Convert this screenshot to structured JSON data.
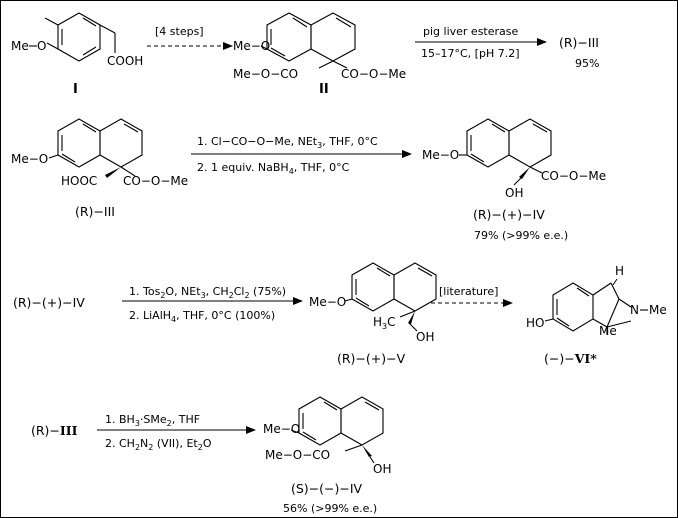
{
  "scheme": {
    "row1": {
      "cmpd_I": {
        "meo": "O",
        "me": "Me",
        "acid": "COOH",
        "label": "I"
      },
      "arrow1": {
        "cond": "[4 steps]"
      },
      "cmpd_II": {
        "meo": "Me−O",
        "est_left": "Me−O−CO",
        "est_right": "CO−O−Me",
        "label": "II"
      },
      "arrow2": {
        "cond_top": "pig liver esterase",
        "cond_bottom": "15–17°C, [pH 7.2]"
      },
      "product": "(R)−III",
      "yield": "95%"
    },
    "row2": {
      "cmpd_RIII": {
        "meo": "Me−O",
        "acid": "HOOC",
        "ester": "CO−O−Me",
        "label": "(R)−III"
      },
      "arrow": {
        "step1": "1. Cl−CO−O−Me, NEt",
        "step1_sub": "3",
        "step1_tail": ", THF, 0°C",
        "step2": "2. 1 equiv. NaBH",
        "step2_sub": "4",
        "step2_tail": ", THF, 0°C"
      },
      "cmpd_IV": {
        "meo": "Me−O",
        "oh": "OH",
        "ester": "CO−O−Me",
        "label": "(R)−(+)−IV",
        "yield": "79% (>99% e.e.)"
      }
    },
    "row3": {
      "start": "(R)−(+)−IV",
      "arrow1": {
        "step1": "1. Tos",
        "step1_sub1": "2",
        "step1_mid": "O, NEt",
        "step1_sub2": "3",
        "step1_mid2": ", CH",
        "step1_sub3": "2",
        "step1_mid3": "Cl",
        "step1_sub4": "2",
        "step1_tail": "  (75%)",
        "step2": "2. LiAlH",
        "step2_sub": "4",
        "step2_tail": ", THF, 0°C (100%)"
      },
      "cmpd_V": {
        "meo": "Me−O",
        "h3c": "H",
        "h3c_sub": "3",
        "h3c_c": "C",
        "oh": "OH",
        "label": "(R)−(+)−V"
      },
      "arrow2": {
        "cond": "[literature]"
      },
      "cmpd_VI": {
        "ho": "HO",
        "h": "H",
        "n": "N",
        "nme": "Me",
        "me": "Me",
        "label_pre": "(−)−",
        "label_bold": "VI*"
      }
    },
    "row4": {
      "start_pre": "(R)−",
      "start_bold": "III",
      "arrow": {
        "step1": "1. BH",
        "step1_sub": "3",
        "step1_tail": "·SMe",
        "step1_sub2": "2",
        "step1_tail2": ", THF",
        "step2": "2. CH",
        "step2_sub": "2",
        "step2_mid": "N",
        "step2_sub2": "2",
        "step2_tail": " (VII), Et",
        "step2_sub3": "2",
        "step2_tail2": "O"
      },
      "cmpd_SIV": {
        "meo": "Me−O",
        "ester": "Me−O−CO",
        "oh": "OH",
        "label": "(S)−(−)−IV",
        "yield": "56% (>99% e.e.)"
      }
    }
  }
}
